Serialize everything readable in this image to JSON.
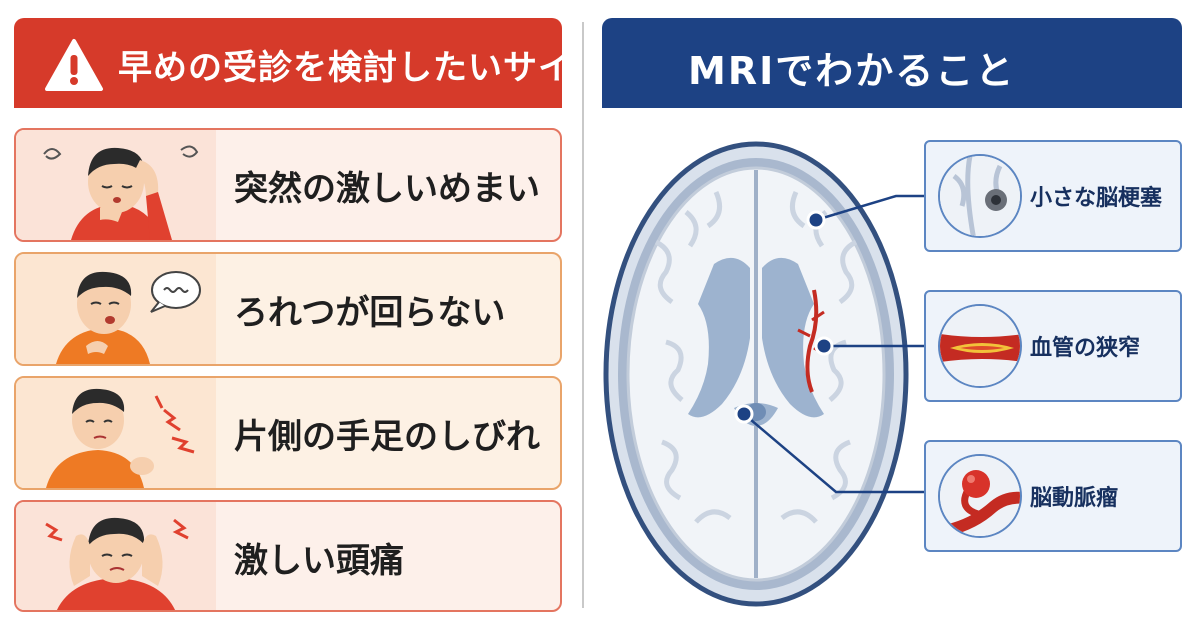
{
  "left_panel": {
    "title": "早めの受診を検討したいサイン",
    "signs": [
      {
        "label": "突然の激しいめまい",
        "icon": "dizzy-person-icon"
      },
      {
        "label": "ろれつが回らない",
        "icon": "slurred-speech-person-icon"
      },
      {
        "label": "片側の手足のしびれ",
        "icon": "numb-arm-person-icon"
      },
      {
        "label": "激しい頭痛",
        "icon": "headache-person-icon"
      }
    ]
  },
  "right_panel": {
    "title": "MRIでわかること",
    "findings": [
      {
        "label": "小さな脳梗塞",
        "icon": "small-infarct-icon"
      },
      {
        "label": "血管の狭窄",
        "icon": "vessel-stenosis-icon"
      },
      {
        "label": "脳動脈瘤",
        "icon": "aneurysm-icon"
      }
    ]
  },
  "colors": {
    "warning_red": "#d63a2a",
    "navy": "#1d4284",
    "finding_border": "#5c86c2"
  }
}
